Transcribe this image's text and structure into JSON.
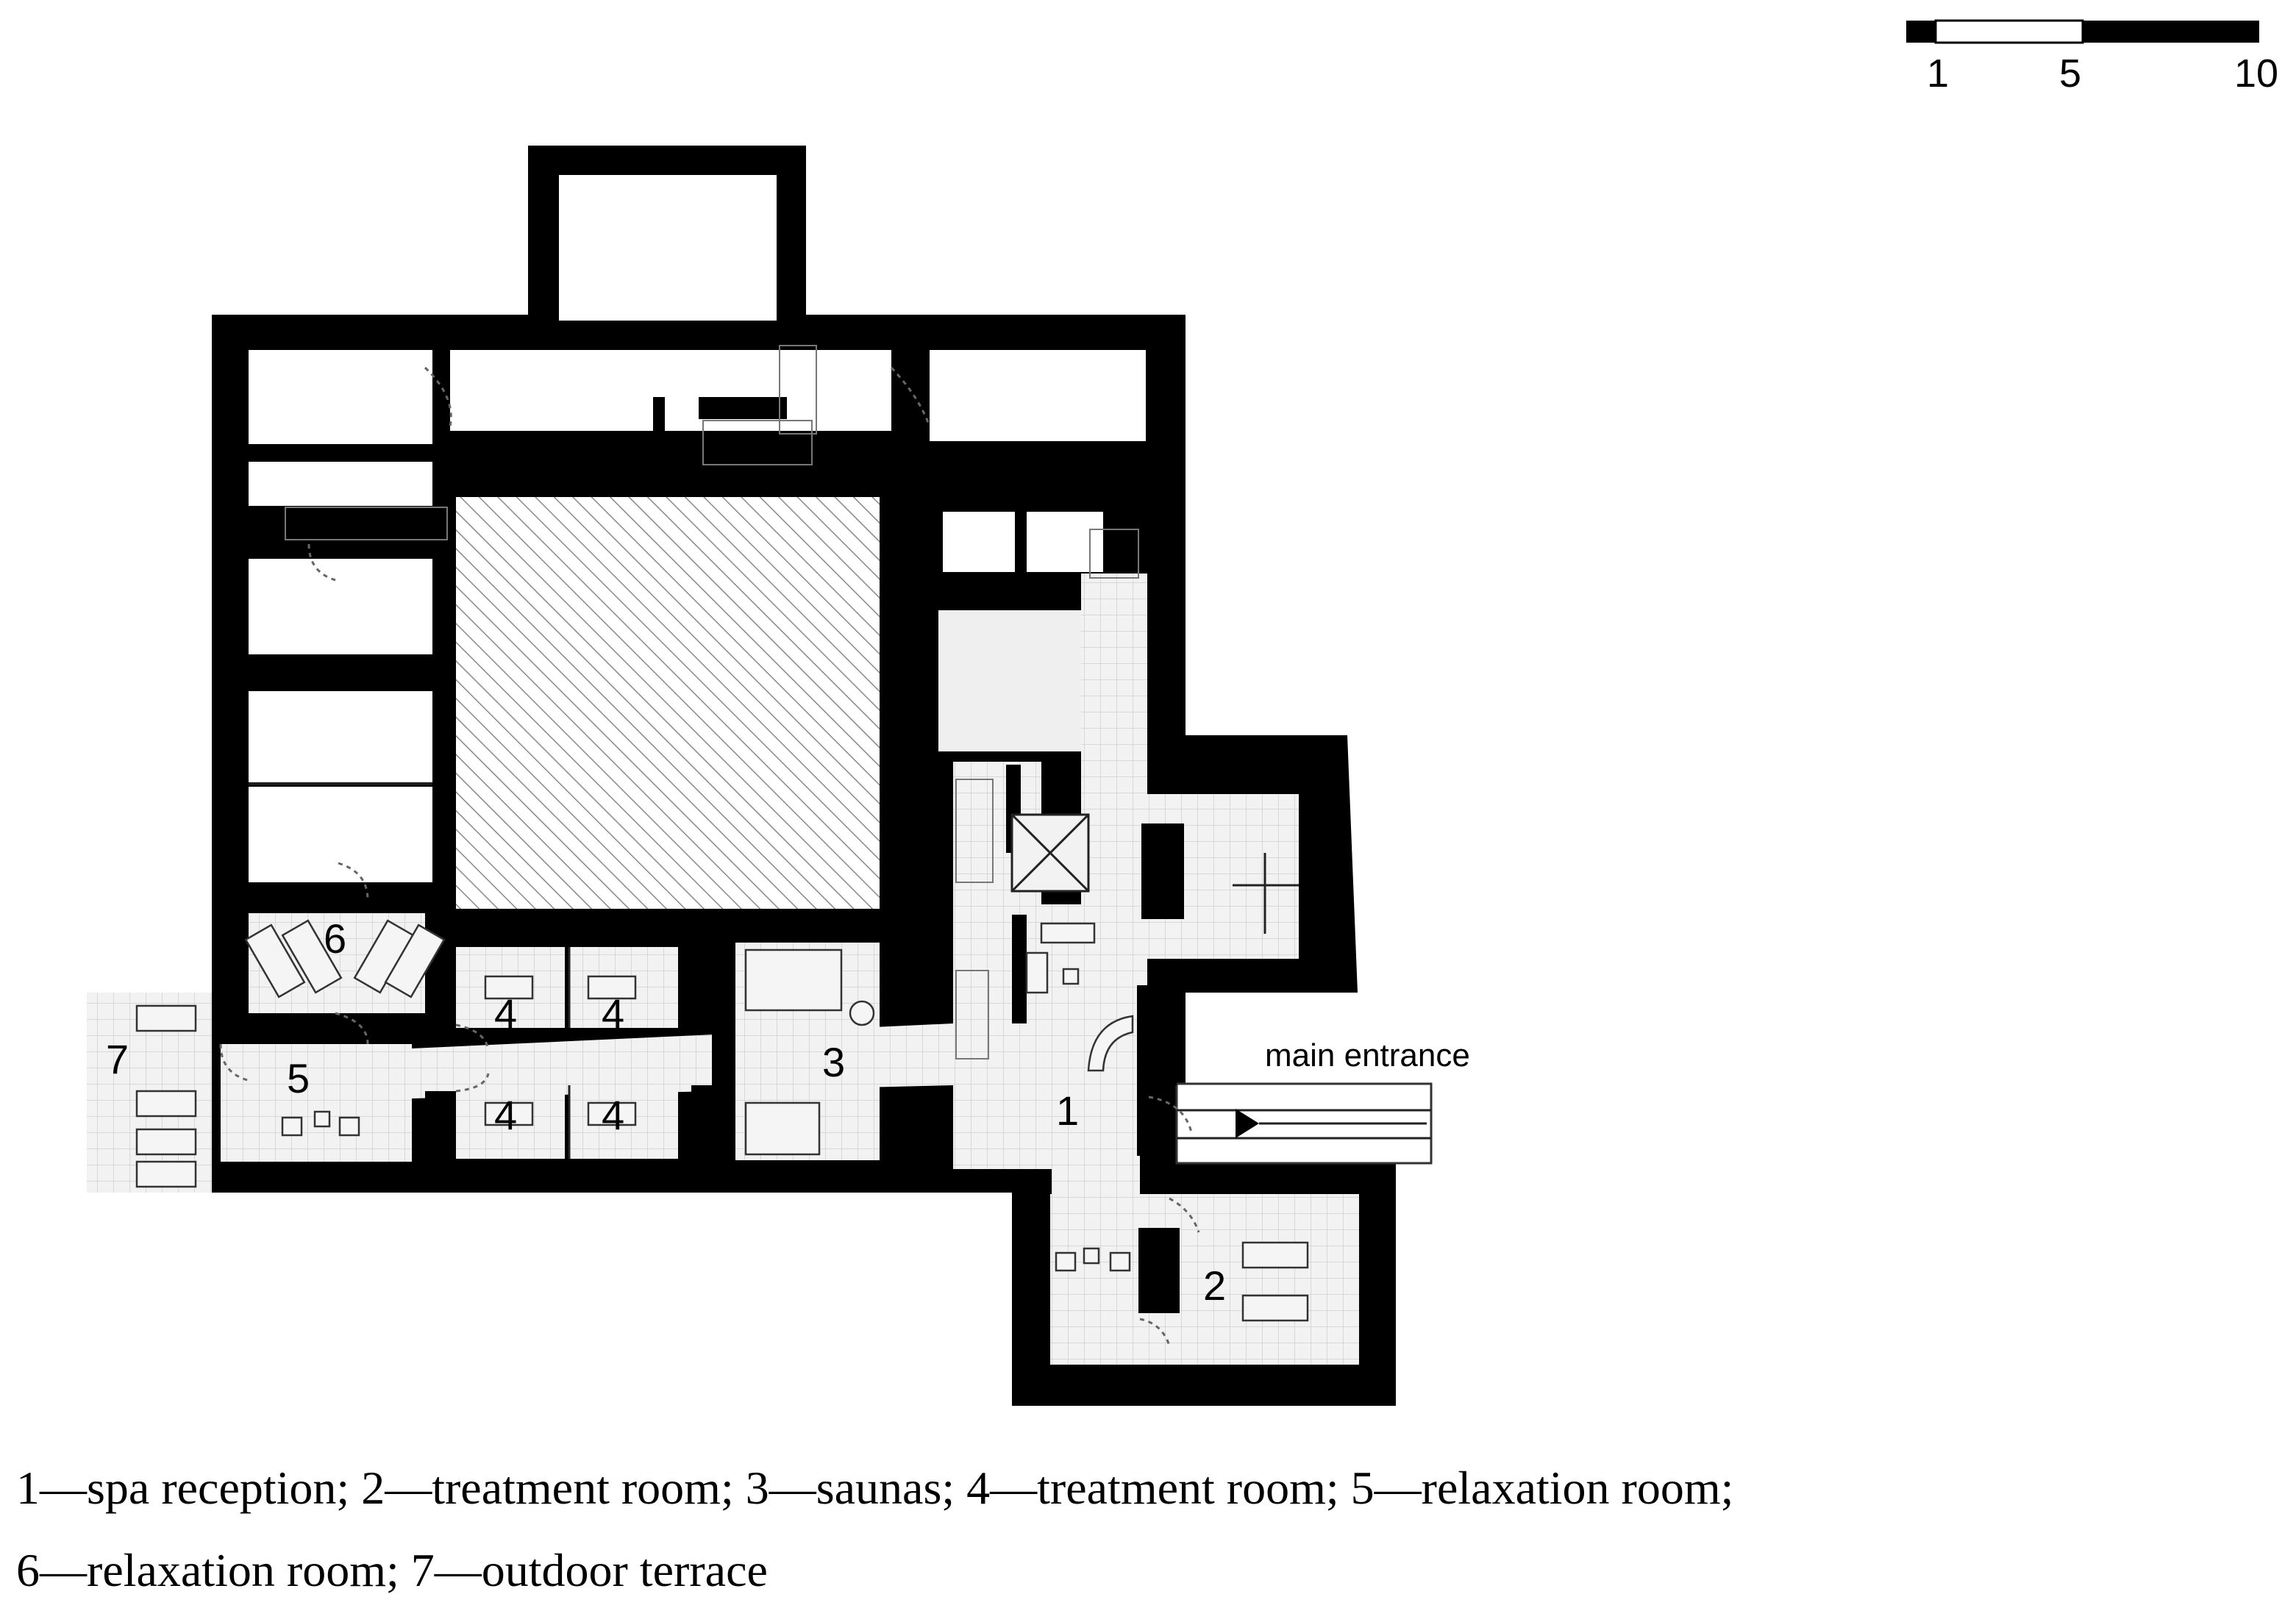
{
  "scale_bar": {
    "ticks": [
      "1",
      "5",
      "10"
    ]
  },
  "rooms": [
    {
      "number": "1"
    },
    {
      "number": "2"
    },
    {
      "number": "3"
    },
    {
      "number": "4"
    },
    {
      "number": "5"
    },
    {
      "number": "6"
    },
    {
      "number": "7"
    }
  ],
  "entrance_label": "main entrance",
  "caption": {
    "line1": "1—spa reception; 2—treatment room; 3—saunas; 4—treatment room; 5—relaxation room;",
    "line2": "6—relaxation room; 7—outdoor terrace"
  }
}
